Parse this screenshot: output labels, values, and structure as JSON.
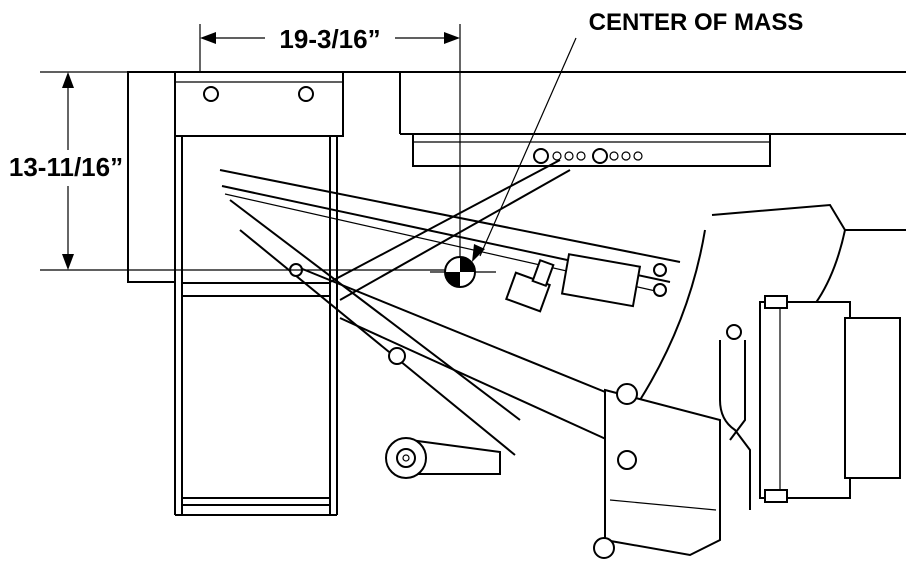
{
  "labels": {
    "width_dimension": "19-3/16”",
    "height_dimension": "13-11/16”",
    "center_of_mass": "CENTER OF MASS"
  },
  "colors": {
    "line": "#000000",
    "background": "#ffffff",
    "fill_light": "#e9e9e9"
  }
}
